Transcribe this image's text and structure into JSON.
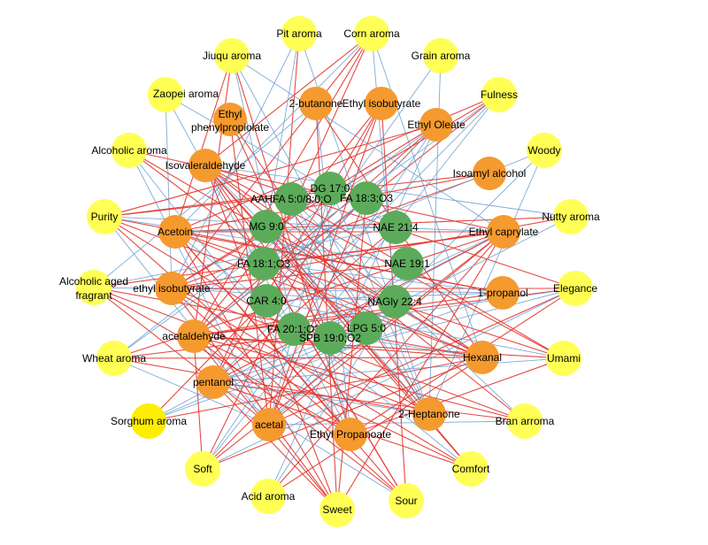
{
  "colors": {
    "outer": "#ffff55",
    "outer_highlight": "#ffee00",
    "middle": "#f59a2e",
    "inner": "#5cab5a",
    "edge_pos": "#e2362f",
    "edge_neg": "#6fa3d0"
  },
  "nodes": {
    "outer": [
      {
        "id": "pit",
        "label": "Pit aroma"
      },
      {
        "id": "corn",
        "label": "Corn aroma"
      },
      {
        "id": "jiuqu",
        "label": "Jiuqu aroma"
      },
      {
        "id": "grain",
        "label": "Grain aroma"
      },
      {
        "id": "zaopei",
        "label": "Zaopei aroma"
      },
      {
        "id": "fulness",
        "label": "Fulness"
      },
      {
        "id": "alcoholic",
        "label": "Alcoholic aroma"
      },
      {
        "id": "woody",
        "label": "Woody"
      },
      {
        "id": "purity",
        "label": "Purity"
      },
      {
        "id": "nutty",
        "label": "Nutty aroma"
      },
      {
        "id": "alcaged",
        "label": "Alcoholic aged fragrant"
      },
      {
        "id": "elegance",
        "label": "Elegance"
      },
      {
        "id": "wheat",
        "label": "Wheat aroma"
      },
      {
        "id": "umami",
        "label": "Umami"
      },
      {
        "id": "sorghum",
        "label": "Sorghum aroma"
      },
      {
        "id": "bran",
        "label": "Bran arroma"
      },
      {
        "id": "soft",
        "label": "Soft"
      },
      {
        "id": "comfort",
        "label": "Comfort"
      },
      {
        "id": "acid",
        "label": "Acid aroma"
      },
      {
        "id": "sweet",
        "label": "Sweet"
      },
      {
        "id": "sour",
        "label": "Sour"
      }
    ],
    "middle": [
      {
        "id": "butanone",
        "label": "2-butanone"
      },
      {
        "id": "ethiso",
        "label": "Ethyl isobutyrate"
      },
      {
        "id": "ethphen",
        "label": "Ethyl phenylpropiolate"
      },
      {
        "id": "etholeate",
        "label": "Ethyl Oleate"
      },
      {
        "id": "isoval",
        "label": "Isovaleraldehyde"
      },
      {
        "id": "isoamyl",
        "label": "Isoamyl alcohol"
      },
      {
        "id": "acetoin",
        "label": "Acetoin"
      },
      {
        "id": "ethcap",
        "label": "Ethyl caprylate"
      },
      {
        "id": "ethiso2",
        "label": "ethyl isobutyrate"
      },
      {
        "id": "propanol",
        "label": "1-propanol"
      },
      {
        "id": "acetald",
        "label": "acetaldehyde"
      },
      {
        "id": "hexanal",
        "label": "Hexanal"
      },
      {
        "id": "pentanol",
        "label": "pentanol"
      },
      {
        "id": "heptanone",
        "label": "2-Heptanone"
      },
      {
        "id": "acetal",
        "label": "acetal"
      },
      {
        "id": "ethprop",
        "label": "Ethyl Propanoate"
      }
    ],
    "inner": [
      {
        "id": "dg",
        "label": "DG 17:0"
      },
      {
        "id": "aahfa",
        "label": "AAHFA 5:0/8:0;O"
      },
      {
        "id": "fa183",
        "label": "FA 18:3;O3"
      },
      {
        "id": "mg",
        "label": "MG 9:0"
      },
      {
        "id": "nae214",
        "label": "NAE 21:4"
      },
      {
        "id": "fa181",
        "label": "FA 18:1;O3"
      },
      {
        "id": "nae191",
        "label": "NAE 19:1"
      },
      {
        "id": "car",
        "label": "CAR 4:0"
      },
      {
        "id": "nagly",
        "label": "NAGly 22:4"
      },
      {
        "id": "fa201",
        "label": "FA 20:1;O3"
      },
      {
        "id": "lpg",
        "label": "LPG 5:0"
      },
      {
        "id": "spb",
        "label": "SPB 19:0;O2"
      }
    ]
  }
}
